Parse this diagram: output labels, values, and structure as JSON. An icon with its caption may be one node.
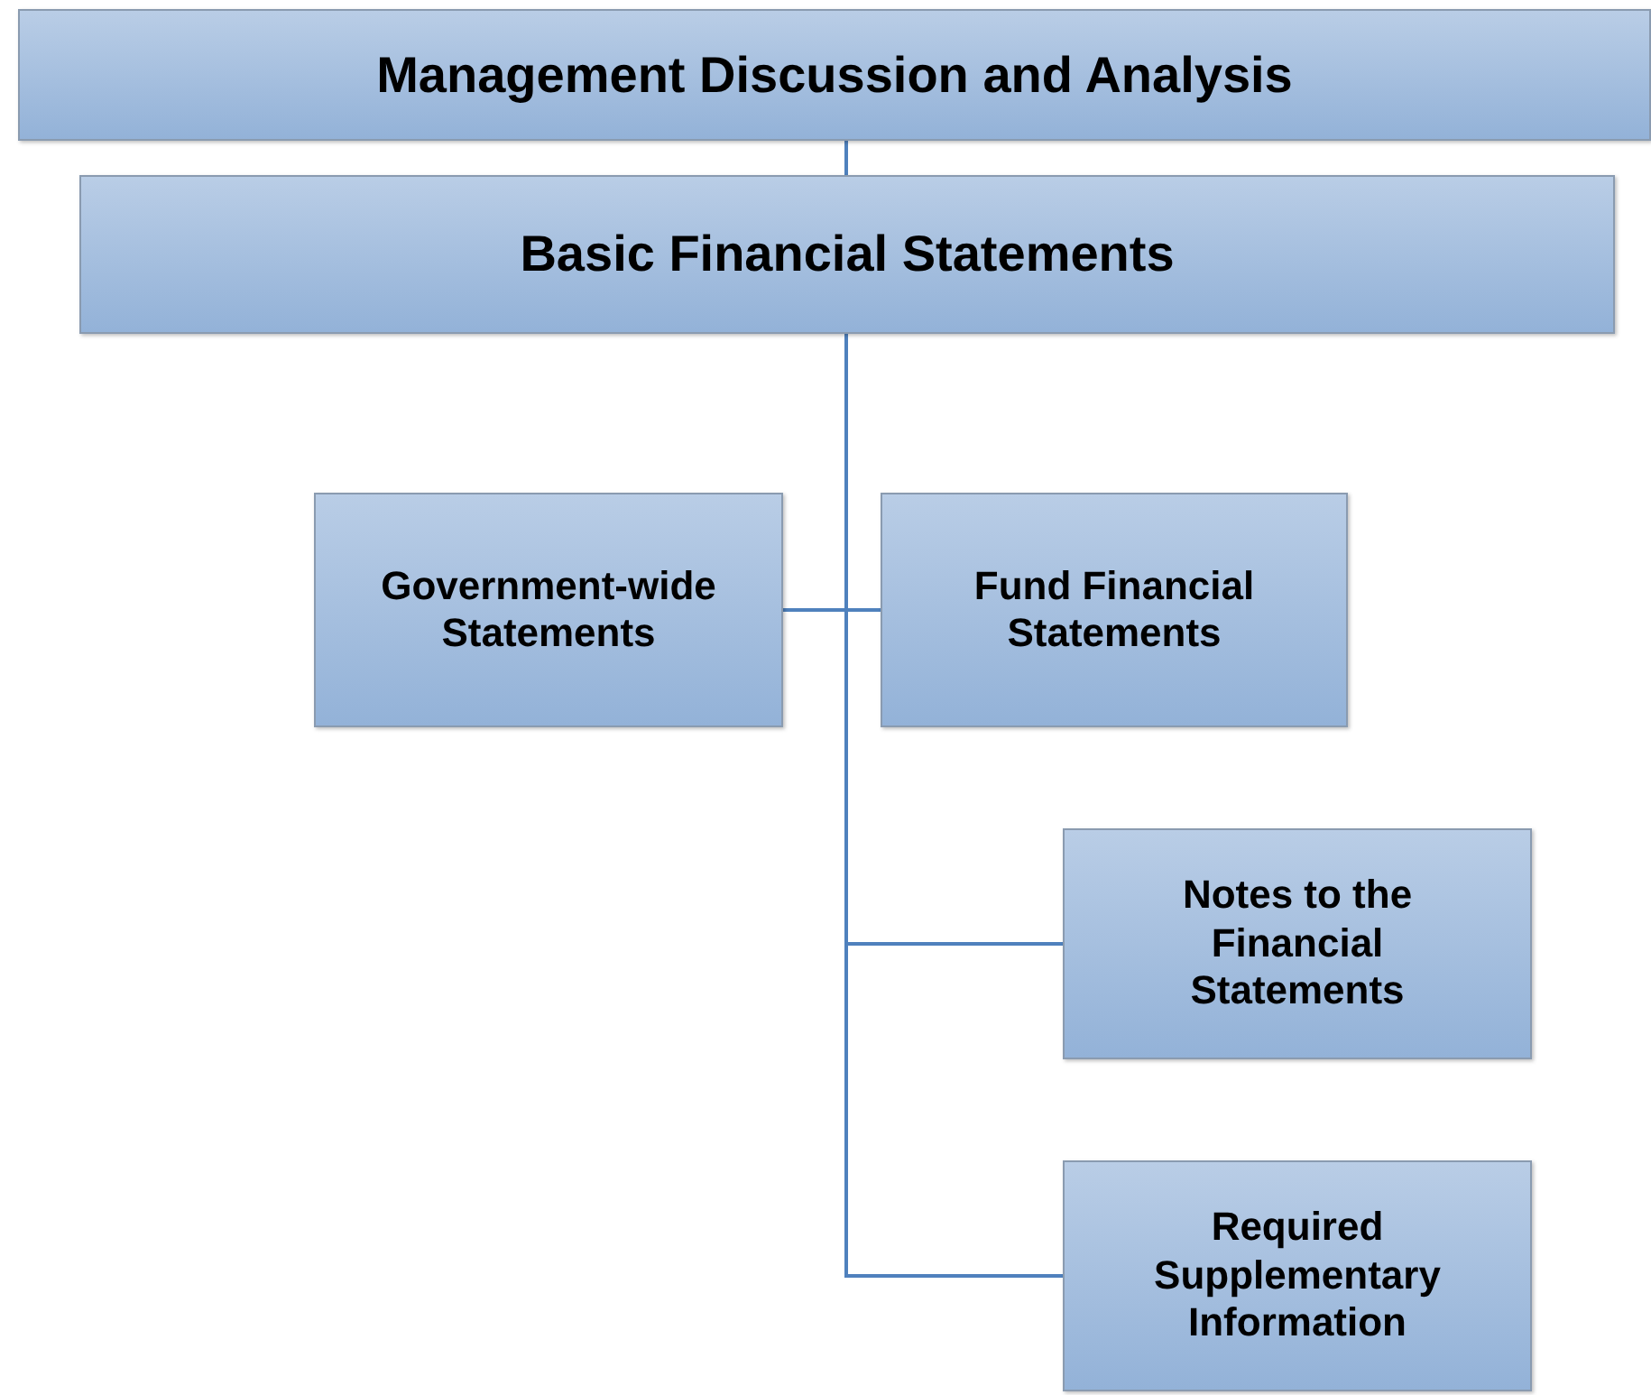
{
  "diagram": {
    "nodes": [
      {
        "text": [
          "Management Discussion and Analysis"
        ]
      },
      {
        "text": [
          "Basic Financial Statements"
        ]
      },
      {
        "text": [
          "Government-wide Statements"
        ]
      },
      {
        "text": [
          "Fund Financial Statements"
        ]
      },
      {
        "text": [
          "Notes to the Financial Statements"
        ]
      },
      {
        "text": [
          "Required Supplementary Information"
        ]
      }
    ],
    "edges": [
      {
        "from": 0,
        "to": 1,
        "arrow": "none"
      },
      {
        "from": 1,
        "to": 2,
        "arrow": "none"
      },
      {
        "from": 1,
        "to": 3,
        "arrow": "none"
      },
      {
        "from": 1,
        "to": 4,
        "arrow": "none"
      },
      {
        "from": 1,
        "to": 5,
        "arrow": "none"
      }
    ]
  }
}
